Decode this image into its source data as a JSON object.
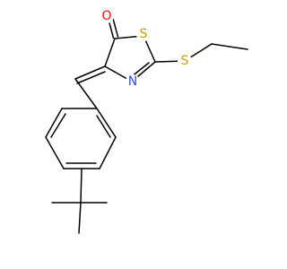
{
  "molecule": {
    "atoms": {
      "O": {
        "label": "O",
        "color": "#FF0D0D"
      },
      "S1": {
        "label": "S",
        "color": "#C8A000"
      },
      "N": {
        "label": "N",
        "color": "#3050F8"
      },
      "S2": {
        "label": "S",
        "color": "#C8A000"
      }
    },
    "bond_color": "#000000"
  }
}
